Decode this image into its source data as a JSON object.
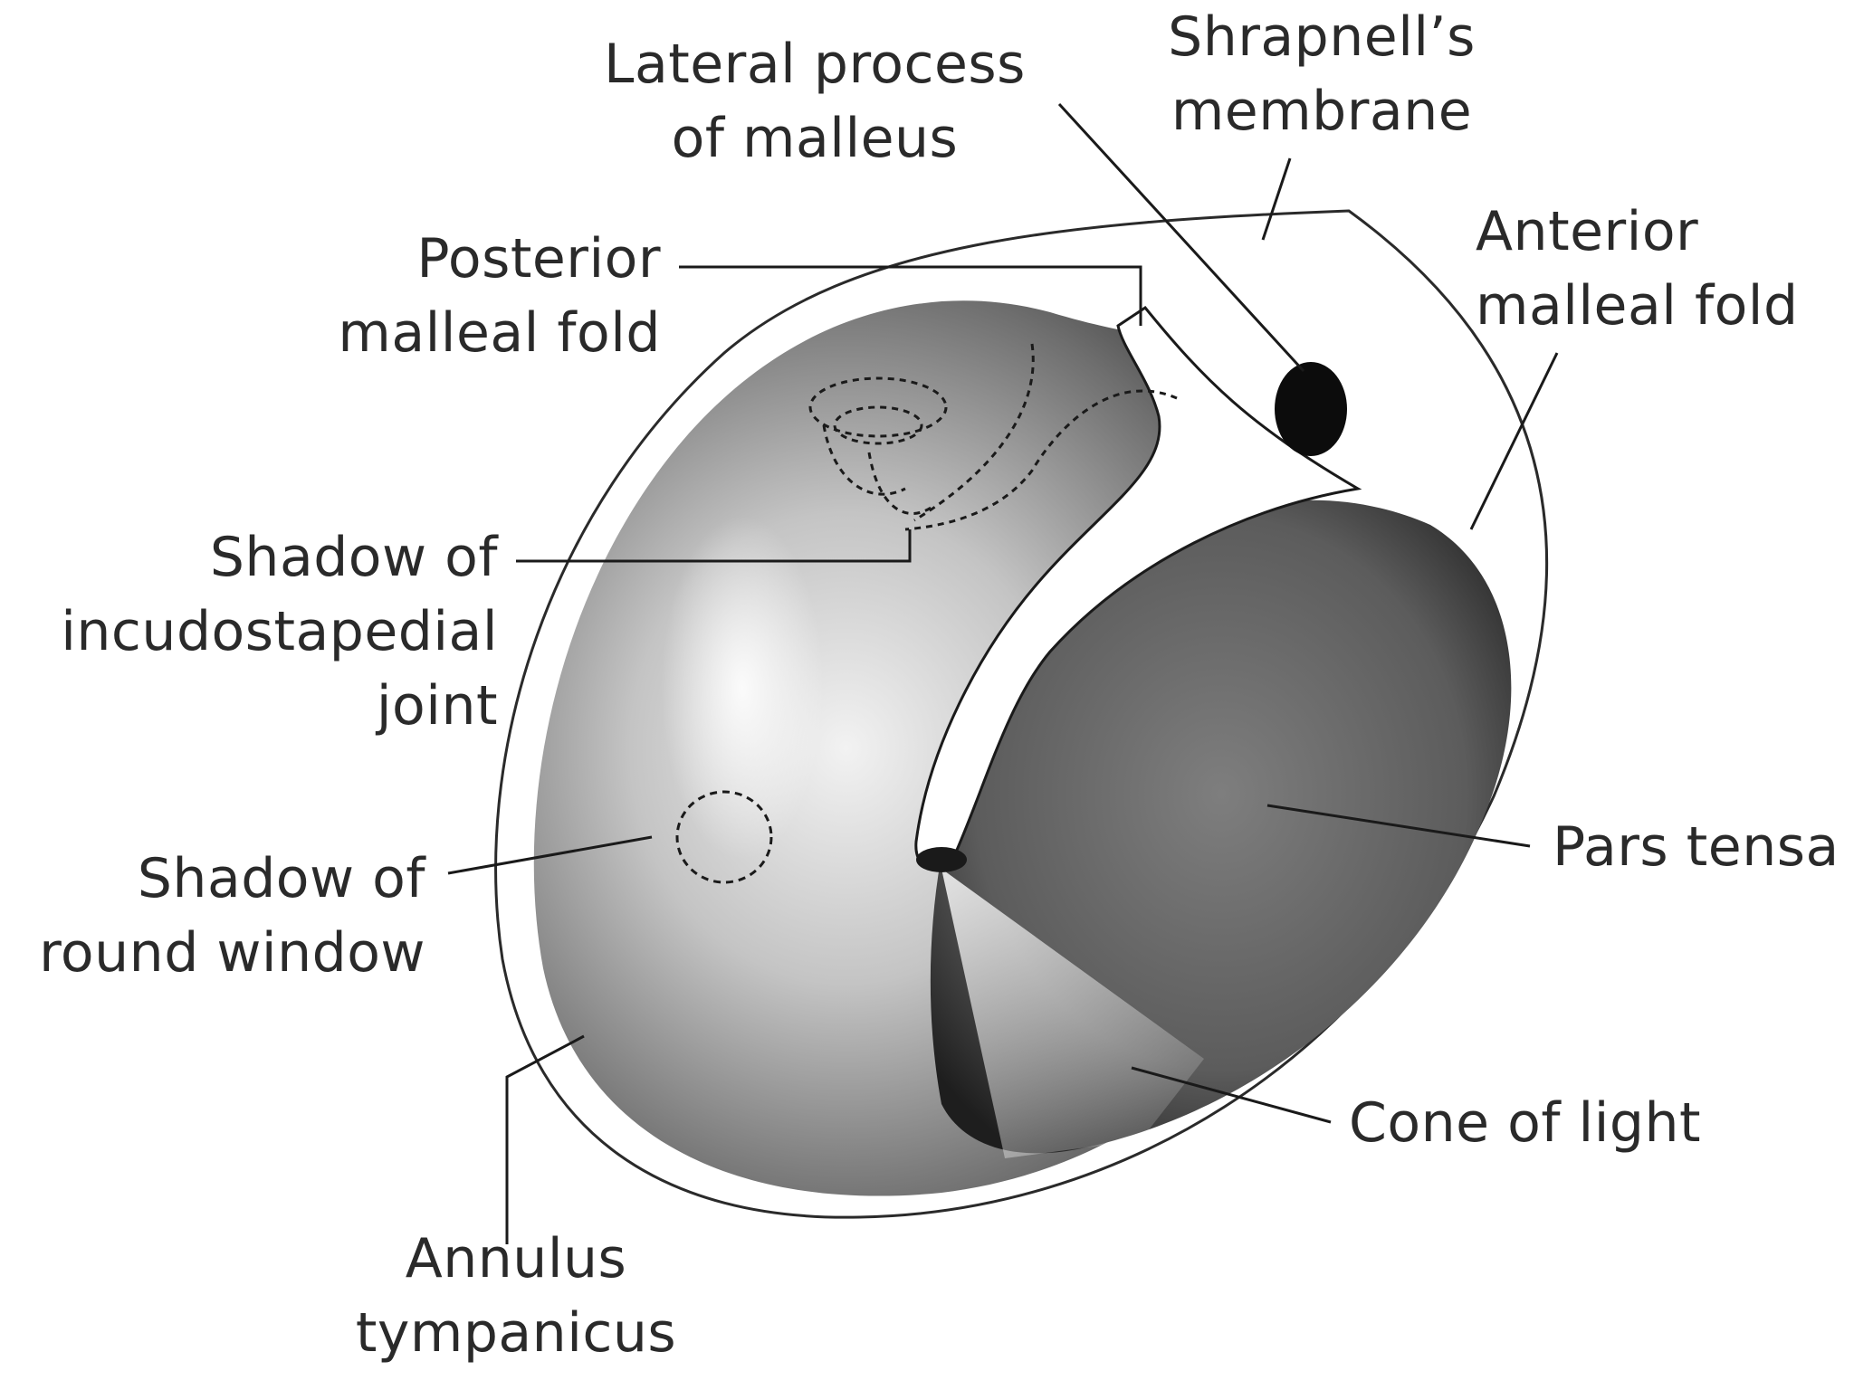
{
  "labels": {
    "lateral_process": [
      "Lateral process",
      "of malleus"
    ],
    "shrapnells": [
      "Shrapnell’s",
      "membrane"
    ],
    "posterior_fold": [
      "Posterior",
      "malleal fold"
    ],
    "anterior_fold": [
      "Anterior",
      "malleal fold"
    ],
    "incudostapedial": [
      "Shadow of",
      "incudostapedial",
      "joint"
    ],
    "pars_tensa": [
      "Pars tensa"
    ],
    "round_window": [
      "Shadow of",
      "round window"
    ],
    "cone_of_light": [
      "Cone of light"
    ],
    "annulus": [
      "Annulus",
      "tympanicus"
    ]
  }
}
